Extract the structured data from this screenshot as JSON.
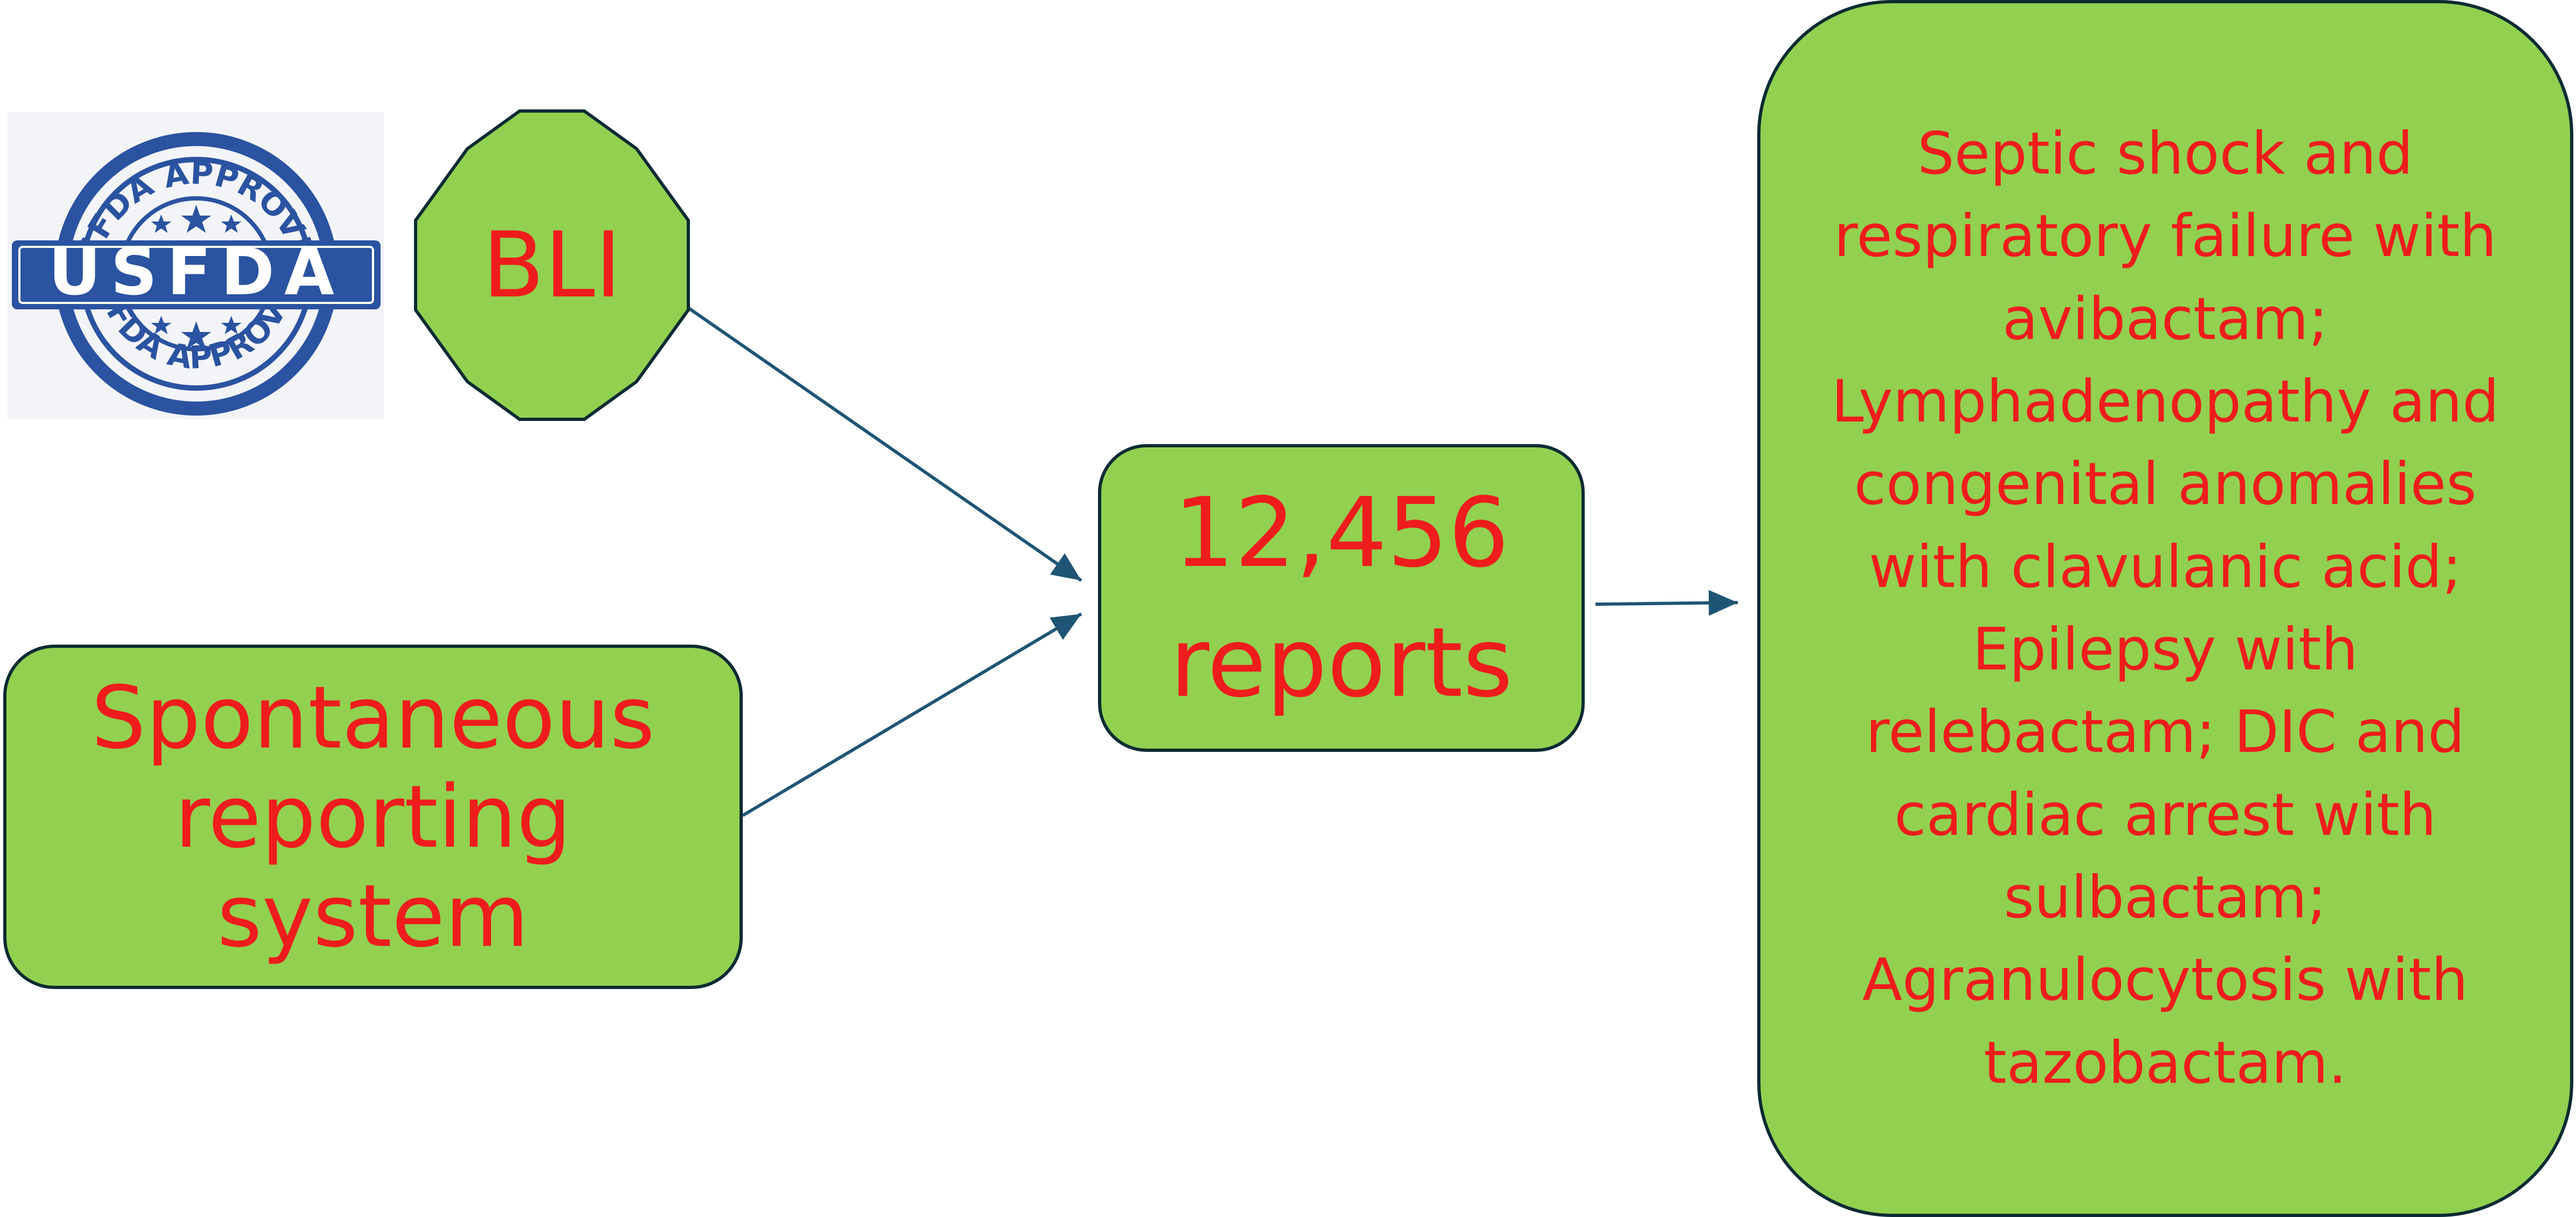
{
  "logo": {
    "top_arc": "USFDA APPROVED",
    "center": "USFDA",
    "bottom_arc": "USFDA APPROVED",
    "colors": {
      "blue": "#2a53a1",
      "white": "#ffffff"
    }
  },
  "nodes": {
    "bli": {
      "label": "BLI"
    },
    "srs": {
      "lines": [
        "Spontaneous",
        "reporting",
        "system"
      ]
    },
    "reports": {
      "lines": [
        "12,456",
        "reports"
      ]
    },
    "findings": {
      "lines": [
        "Septic shock and",
        "respiratory failure with",
        "avibactam;",
        "Lymphadenopathy and",
        "congenital anomalies",
        "with clavulanic acid;",
        "Epilepsy with",
        "relebactam; DIC and",
        "cardiac arrest with",
        "sulbactam;",
        "Agranulocytosis with",
        "tazobactam."
      ]
    }
  },
  "edges": [
    {
      "from": "bli",
      "to": "reports"
    },
    {
      "from": "srs",
      "to": "reports"
    },
    {
      "from": "reports",
      "to": "findings"
    }
  ],
  "colors": {
    "node_fill": "#92d050",
    "node_border": "#0c2b33",
    "text": "#ee1c1c",
    "arrow": "#1f5574"
  }
}
